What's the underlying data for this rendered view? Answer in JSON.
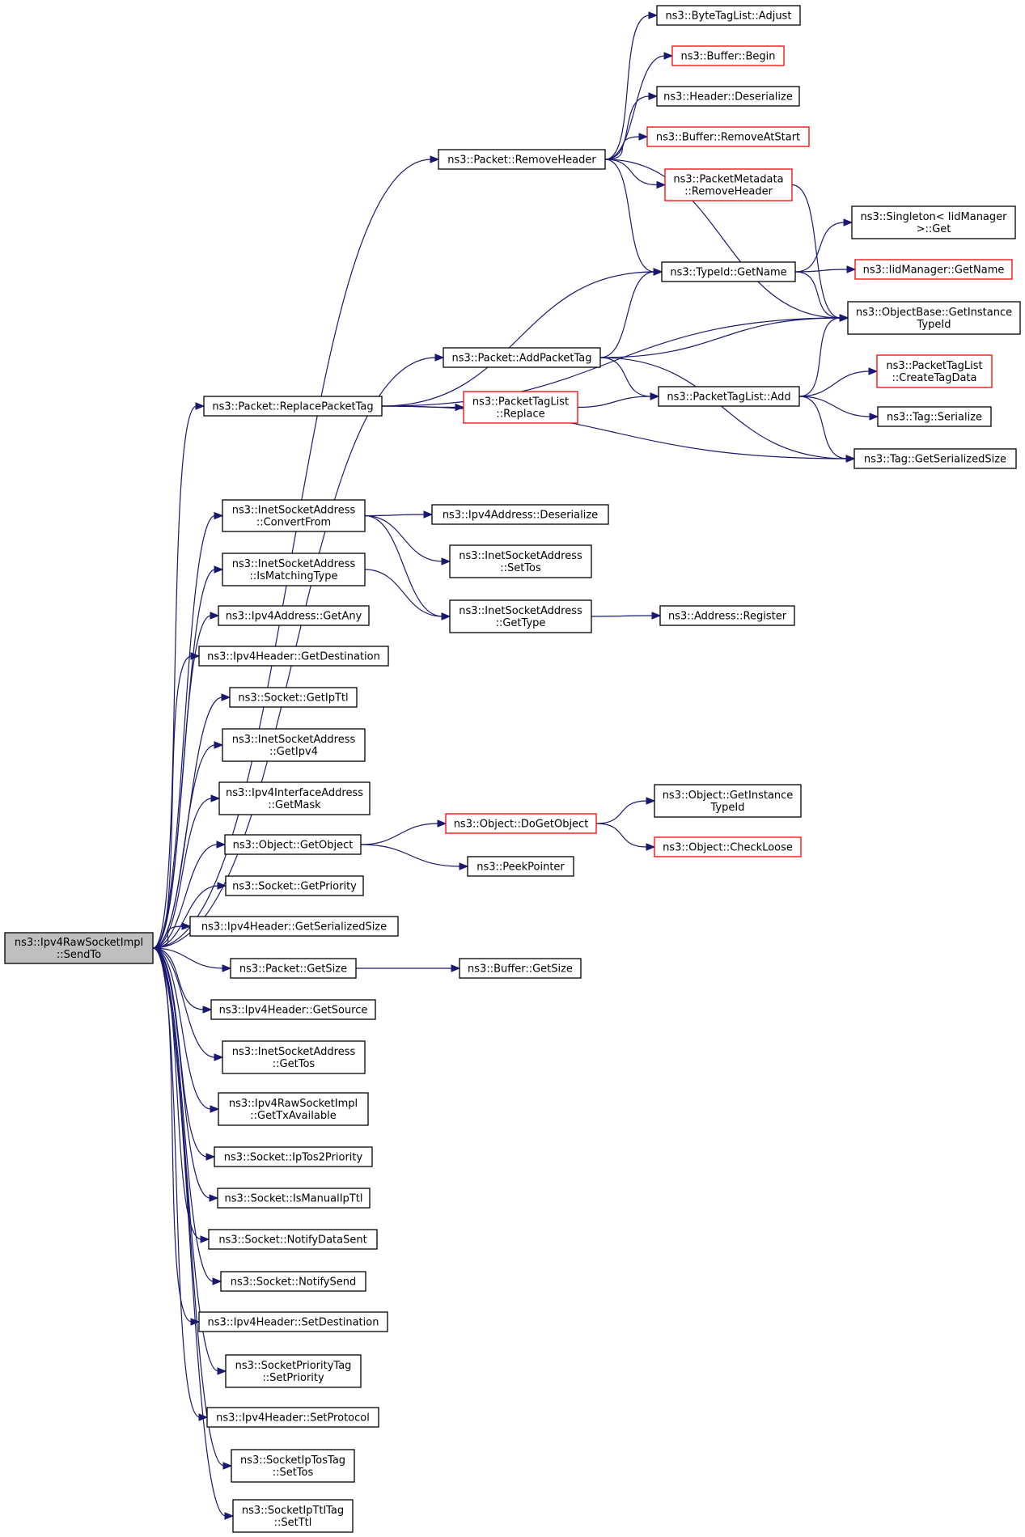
{
  "colors": {
    "edge": "#191970",
    "border_default": "#000000",
    "border_truncated": "#ff0000",
    "root_fill": "#bfbfbf",
    "node_fill": "#ffffff"
  },
  "nodes": [
    {
      "id": "root",
      "lines": [
        "ns3::Ipv4RawSocketImpl",
        "::SendTo"
      ],
      "style": "root"
    },
    {
      "id": "bytetaglist_adjust",
      "lines": [
        "ns3::ByteTagList::Adjust"
      ],
      "style": "normal"
    },
    {
      "id": "buffer_begin",
      "lines": [
        "ns3::Buffer::Begin"
      ],
      "style": "truncated"
    },
    {
      "id": "header_deserialize",
      "lines": [
        "ns3::Header::Deserialize"
      ],
      "style": "normal"
    },
    {
      "id": "buffer_removeatstart",
      "lines": [
        "ns3::Buffer::RemoveAtStart"
      ],
      "style": "truncated"
    },
    {
      "id": "packet_removeheader",
      "lines": [
        "ns3::Packet::RemoveHeader"
      ],
      "style": "normal"
    },
    {
      "id": "packetmetadata_removeheader",
      "lines": [
        "ns3::PacketMetadata",
        "::RemoveHeader"
      ],
      "style": "truncated"
    },
    {
      "id": "singleton_get",
      "lines": [
        "ns3::Singleton< IidManager",
        " >::Get"
      ],
      "style": "normal"
    },
    {
      "id": "typeid_getname",
      "lines": [
        "ns3::TypeId::GetName"
      ],
      "style": "normal"
    },
    {
      "id": "iidmanager_getname",
      "lines": [
        "ns3::IidManager::GetName"
      ],
      "style": "truncated"
    },
    {
      "id": "objectbase_getinstancetypeid",
      "lines": [
        "ns3::ObjectBase::GetInstance",
        "TypeId"
      ],
      "style": "normal"
    },
    {
      "id": "packet_addpackettag",
      "lines": [
        "ns3::Packet::AddPacketTag"
      ],
      "style": "normal"
    },
    {
      "id": "packettaglist_createtagdata",
      "lines": [
        "ns3::PacketTagList",
        "::CreateTagData"
      ],
      "style": "truncated"
    },
    {
      "id": "packet_replacepackettag",
      "lines": [
        "ns3::Packet::ReplacePacketTag"
      ],
      "style": "normal"
    },
    {
      "id": "packettaglist_replace",
      "lines": [
        "ns3::PacketTagList",
        "::Replace"
      ],
      "style": "truncated"
    },
    {
      "id": "packettaglist_add",
      "lines": [
        "ns3::PacketTagList::Add"
      ],
      "style": "normal"
    },
    {
      "id": "tag_serialize",
      "lines": [
        "ns3::Tag::Serialize"
      ],
      "style": "normal"
    },
    {
      "id": "tag_getserializedsize",
      "lines": [
        "ns3::Tag::GetSerializedSize"
      ],
      "style": "normal"
    },
    {
      "id": "inetsocketaddress_convertfrom",
      "lines": [
        "ns3::InetSocketAddress",
        "::ConvertFrom"
      ],
      "style": "normal"
    },
    {
      "id": "ipv4address_deserialize",
      "lines": [
        "ns3::Ipv4Address::Deserialize"
      ],
      "style": "normal"
    },
    {
      "id": "inetsocketaddress_settos",
      "lines": [
        "ns3::InetSocketAddress",
        "::SetTos"
      ],
      "style": "normal"
    },
    {
      "id": "inetsocketaddress_ismatchingtype",
      "lines": [
        "ns3::InetSocketAddress",
        "::IsMatchingType"
      ],
      "style": "normal"
    },
    {
      "id": "inetsocketaddress_gettype",
      "lines": [
        "ns3::InetSocketAddress",
        "::GetType"
      ],
      "style": "normal"
    },
    {
      "id": "address_register",
      "lines": [
        "ns3::Address::Register"
      ],
      "style": "normal"
    },
    {
      "id": "ipv4address_getany",
      "lines": [
        "ns3::Ipv4Address::GetAny"
      ],
      "style": "normal"
    },
    {
      "id": "ipv4header_getdestination",
      "lines": [
        "ns3::Ipv4Header::GetDestination"
      ],
      "style": "normal"
    },
    {
      "id": "socket_getipttl",
      "lines": [
        "ns3::Socket::GetIpTtl"
      ],
      "style": "normal"
    },
    {
      "id": "inetsocketaddress_getipv4",
      "lines": [
        "ns3::InetSocketAddress",
        "::GetIpv4"
      ],
      "style": "normal"
    },
    {
      "id": "ipv4interfaceaddress_getmask",
      "lines": [
        "ns3::Ipv4InterfaceAddress",
        "::GetMask"
      ],
      "style": "normal"
    },
    {
      "id": "object_getinstancetypeid",
      "lines": [
        "ns3::Object::GetInstance",
        "TypeId"
      ],
      "style": "normal"
    },
    {
      "id": "object_dogetobject",
      "lines": [
        "ns3::Object::DoGetObject"
      ],
      "style": "truncated"
    },
    {
      "id": "object_getobject",
      "lines": [
        "ns3::Object::GetObject"
      ],
      "style": "normal"
    },
    {
      "id": "object_checkloose",
      "lines": [
        "ns3::Object::CheckLoose"
      ],
      "style": "truncated"
    },
    {
      "id": "peekpointer",
      "lines": [
        "ns3::PeekPointer"
      ],
      "style": "normal"
    },
    {
      "id": "socket_getpriority",
      "lines": [
        "ns3::Socket::GetPriority"
      ],
      "style": "normal"
    },
    {
      "id": "ipv4header_getserializedsize",
      "lines": [
        "ns3::Ipv4Header::GetSerializedSize"
      ],
      "style": "normal"
    },
    {
      "id": "packet_getsize",
      "lines": [
        "ns3::Packet::GetSize"
      ],
      "style": "normal"
    },
    {
      "id": "buffer_getsize",
      "lines": [
        "ns3::Buffer::GetSize"
      ],
      "style": "normal"
    },
    {
      "id": "ipv4header_getsource",
      "lines": [
        "ns3::Ipv4Header::GetSource"
      ],
      "style": "normal"
    },
    {
      "id": "inetsocketaddress_gettos",
      "lines": [
        "ns3::InetSocketAddress",
        "::GetTos"
      ],
      "style": "normal"
    },
    {
      "id": "ipv4rawsocketimpl_gettxavailable",
      "lines": [
        "ns3::Ipv4RawSocketImpl",
        "::GetTxAvailable"
      ],
      "style": "normal"
    },
    {
      "id": "socket_iptos2priority",
      "lines": [
        "ns3::Socket::IpTos2Priority"
      ],
      "style": "normal"
    },
    {
      "id": "socket_ismanualipttl",
      "lines": [
        "ns3::Socket::IsManualIpTtl"
      ],
      "style": "normal"
    },
    {
      "id": "socket_notifydatasent",
      "lines": [
        "ns3::Socket::NotifyDataSent"
      ],
      "style": "normal"
    },
    {
      "id": "socket_notifysend",
      "lines": [
        "ns3::Socket::NotifySend"
      ],
      "style": "normal"
    },
    {
      "id": "ipv4header_setdestination",
      "lines": [
        "ns3::Ipv4Header::SetDestination"
      ],
      "style": "normal"
    },
    {
      "id": "socketprioritytag_setpriority",
      "lines": [
        "ns3::SocketPriorityTag",
        "::SetPriority"
      ],
      "style": "normal"
    },
    {
      "id": "ipv4header_setprotocol",
      "lines": [
        "ns3::Ipv4Header::SetProtocol"
      ],
      "style": "normal"
    },
    {
      "id": "socketiptostag_settos",
      "lines": [
        "ns3::SocketIpTosTag",
        "::SetTos"
      ],
      "style": "normal"
    },
    {
      "id": "socketipttltag_setttl",
      "lines": [
        "ns3::SocketIpTtlTag",
        "::SetTtl"
      ],
      "style": "normal"
    }
  ],
  "edges": [
    [
      "root",
      "packet_removeheader"
    ],
    [
      "root",
      "packet_replacepackettag"
    ],
    [
      "root",
      "packet_addpackettag"
    ],
    [
      "root",
      "inetsocketaddress_convertfrom"
    ],
    [
      "root",
      "inetsocketaddress_ismatchingtype"
    ],
    [
      "root",
      "ipv4address_getany"
    ],
    [
      "root",
      "ipv4header_getdestination"
    ],
    [
      "root",
      "socket_getipttl"
    ],
    [
      "root",
      "inetsocketaddress_getipv4"
    ],
    [
      "root",
      "ipv4interfaceaddress_getmask"
    ],
    [
      "root",
      "object_getobject"
    ],
    [
      "root",
      "socket_getpriority"
    ],
    [
      "root",
      "ipv4header_getserializedsize"
    ],
    [
      "root",
      "packet_getsize"
    ],
    [
      "root",
      "ipv4header_getsource"
    ],
    [
      "root",
      "inetsocketaddress_gettos"
    ],
    [
      "root",
      "ipv4rawsocketimpl_gettxavailable"
    ],
    [
      "root",
      "socket_iptos2priority"
    ],
    [
      "root",
      "socket_ismanualipttl"
    ],
    [
      "root",
      "socket_notifydatasent"
    ],
    [
      "root",
      "socket_notifysend"
    ],
    [
      "root",
      "ipv4header_setdestination"
    ],
    [
      "root",
      "socketprioritytag_setpriority"
    ],
    [
      "root",
      "ipv4header_setprotocol"
    ],
    [
      "root",
      "socketiptostag_settos"
    ],
    [
      "root",
      "socketipttltag_setttl"
    ],
    [
      "packet_removeheader",
      "bytetaglist_adjust"
    ],
    [
      "packet_removeheader",
      "buffer_begin"
    ],
    [
      "packet_removeheader",
      "header_deserialize"
    ],
    [
      "packet_removeheader",
      "buffer_removeatstart"
    ],
    [
      "packet_removeheader",
      "packetmetadata_removeheader"
    ],
    [
      "packet_removeheader",
      "typeid_getname"
    ],
    [
      "packet_removeheader",
      "objectbase_getinstancetypeid"
    ],
    [
      "packetmetadata_removeheader",
      "objectbase_getinstancetypeid"
    ],
    [
      "typeid_getname",
      "singleton_get"
    ],
    [
      "typeid_getname",
      "iidmanager_getname"
    ],
    [
      "typeid_getname",
      "objectbase_getinstancetypeid"
    ],
    [
      "packet_addpackettag",
      "typeid_getname"
    ],
    [
      "packet_addpackettag",
      "objectbase_getinstancetypeid"
    ],
    [
      "packet_addpackettag",
      "packettaglist_add"
    ],
    [
      "packet_addpackettag",
      "tag_getserializedsize"
    ],
    [
      "packet_replacepackettag",
      "typeid_getname"
    ],
    [
      "packet_replacepackettag",
      "objectbase_getinstancetypeid"
    ],
    [
      "packet_replacepackettag",
      "packettaglist_replace"
    ],
    [
      "packet_replacepackettag",
      "tag_getserializedsize"
    ],
    [
      "packettaglist_replace",
      "packettaglist_add"
    ],
    [
      "packettaglist_add",
      "objectbase_getinstancetypeid"
    ],
    [
      "packettaglist_add",
      "packettaglist_createtagdata"
    ],
    [
      "packettaglist_add",
      "tag_serialize"
    ],
    [
      "packettaglist_add",
      "tag_getserializedsize"
    ],
    [
      "inetsocketaddress_convertfrom",
      "ipv4address_deserialize"
    ],
    [
      "inetsocketaddress_convertfrom",
      "inetsocketaddress_settos"
    ],
    [
      "inetsocketaddress_convertfrom",
      "inetsocketaddress_gettype"
    ],
    [
      "inetsocketaddress_ismatchingtype",
      "inetsocketaddress_gettype"
    ],
    [
      "inetsocketaddress_gettype",
      "address_register"
    ],
    [
      "object_getobject",
      "object_dogetobject"
    ],
    [
      "object_getobject",
      "peekpointer"
    ],
    [
      "object_dogetobject",
      "object_getinstancetypeid"
    ],
    [
      "object_dogetobject",
      "object_checkloose"
    ],
    [
      "packet_getsize",
      "buffer_getsize"
    ]
  ]
}
